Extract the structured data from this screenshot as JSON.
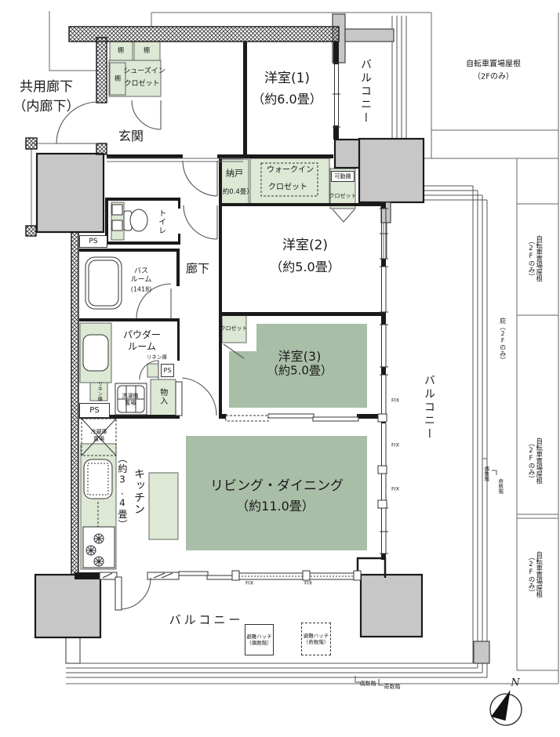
{
  "floor_plan": {
    "common_corridor": {
      "line1": "共用廊下",
      "line2": "（内廊下）"
    },
    "entrance": {
      "label": "玄関",
      "shelf": "棚",
      "shoe_closet_line1": "シューズイン",
      "shoe_closet_line2": "クロゼット"
    },
    "rooms": {
      "western1": {
        "name": "洋室(1)",
        "size": "（約6.0畳）"
      },
      "western2": {
        "name": "洋室(2)",
        "size": "（約5.0畳）"
      },
      "western3": {
        "name": "洋室(3)",
        "size": "（約5.0畳）"
      },
      "living_dining": {
        "name": "リビング・ダイニング",
        "size": "（約11.0畳）"
      },
      "kitchen": {
        "name": "キッチン",
        "size": "（約3.4畳）"
      },
      "hallway": "廊下",
      "toilet": "トイレ",
      "powder_room": {
        "line1": "パウダー",
        "line2": "ルーム"
      },
      "bathroom": {
        "line1": "バス",
        "line2": "ルーム",
        "size": "(1418)"
      },
      "storage_room": {
        "name": "納戸",
        "size": "（約0.4畳）"
      },
      "walk_in_closet": {
        "line1": "ウォークイン",
        "line2": "クロゼット"
      }
    },
    "storage": {
      "closet": "クロゼット",
      "movable_shelf": "可動棚",
      "storage_small": "物入",
      "linen": "リネン庫",
      "washer_line1": "洗濯機",
      "washer_line2": "置場",
      "fridge_line1": "冷蔵庫",
      "fridge_line2": "置場",
      "pipe_space": "PS"
    },
    "balcony": "バルコニー",
    "exterior": {
      "bicycle_roof": "自転車置場屋根\n（2Fのみ）",
      "bicycle_roof_line1": "自転車置場屋根",
      "bicycle_roof_line2": "（2Fのみ）",
      "eaves": "庇（2Fのみ）",
      "even_floor": "偶数階",
      "odd_floor": "奇数階"
    },
    "evacuation": {
      "hatch_even_line1": "避難ハッチ",
      "hatch_even_line2": "（偶数階）",
      "hatch_odd_line1": "避難ハッチ",
      "hatch_odd_line2": "（奇数階）"
    },
    "window_label": "FIX",
    "compass": "N"
  },
  "colors": {
    "room_highlight": "#a9bea7",
    "closet_fill": "#dde8d5",
    "block_fill": "#c7c7c7"
  }
}
